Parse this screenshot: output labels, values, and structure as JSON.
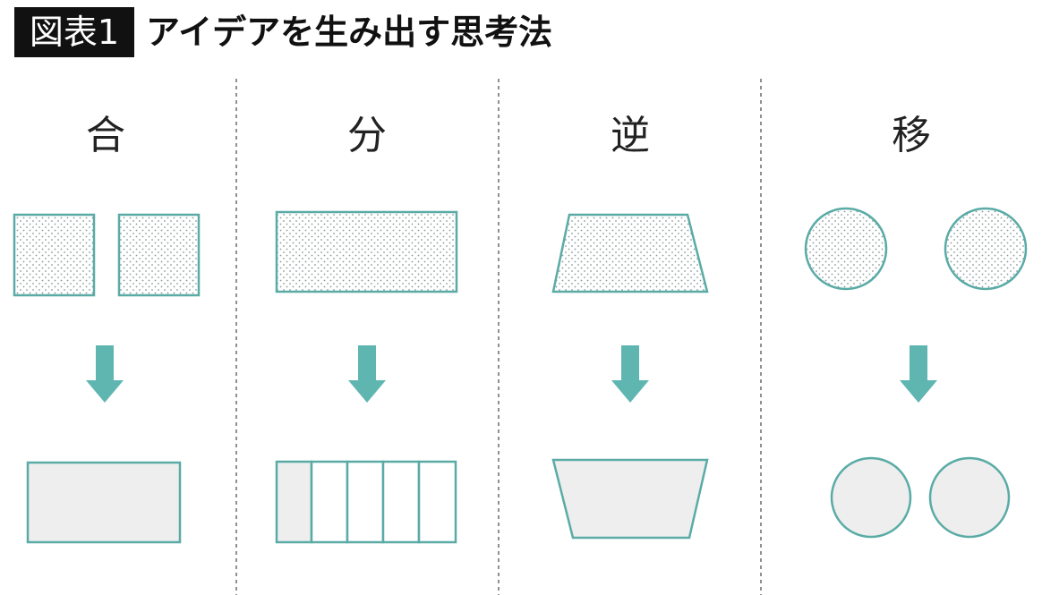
{
  "header": {
    "badge": "図表1",
    "title": "アイデアを生み出す思考法"
  },
  "columns": [
    {
      "label": "合"
    },
    {
      "label": "分"
    },
    {
      "label": "逆"
    },
    {
      "label": "移"
    }
  ],
  "colors": {
    "accent": "#5fb6b1",
    "stroke": "#5aaba6",
    "fill": "#eeeeee",
    "divider": "#555555"
  }
}
